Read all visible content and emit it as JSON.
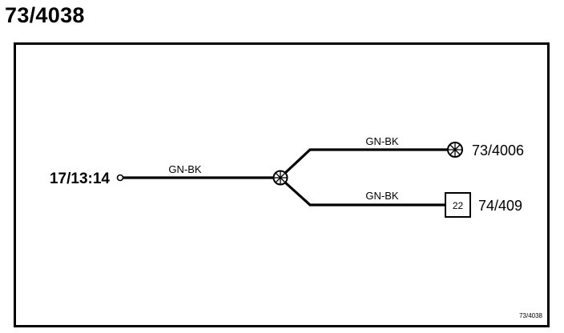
{
  "title": "73/4038",
  "source_terminal": "17/13:14",
  "wires": [
    {
      "color_code": "GN-BK"
    },
    {
      "color_code": "GN-BK"
    },
    {
      "color_code": "GN-BK"
    }
  ],
  "destinations": [
    {
      "label": "73/4006",
      "symbol": "splice-icon"
    },
    {
      "label": "74/409",
      "symbol": "connector-box",
      "box_text": "22"
    }
  ],
  "footer_ref": "73/4038"
}
